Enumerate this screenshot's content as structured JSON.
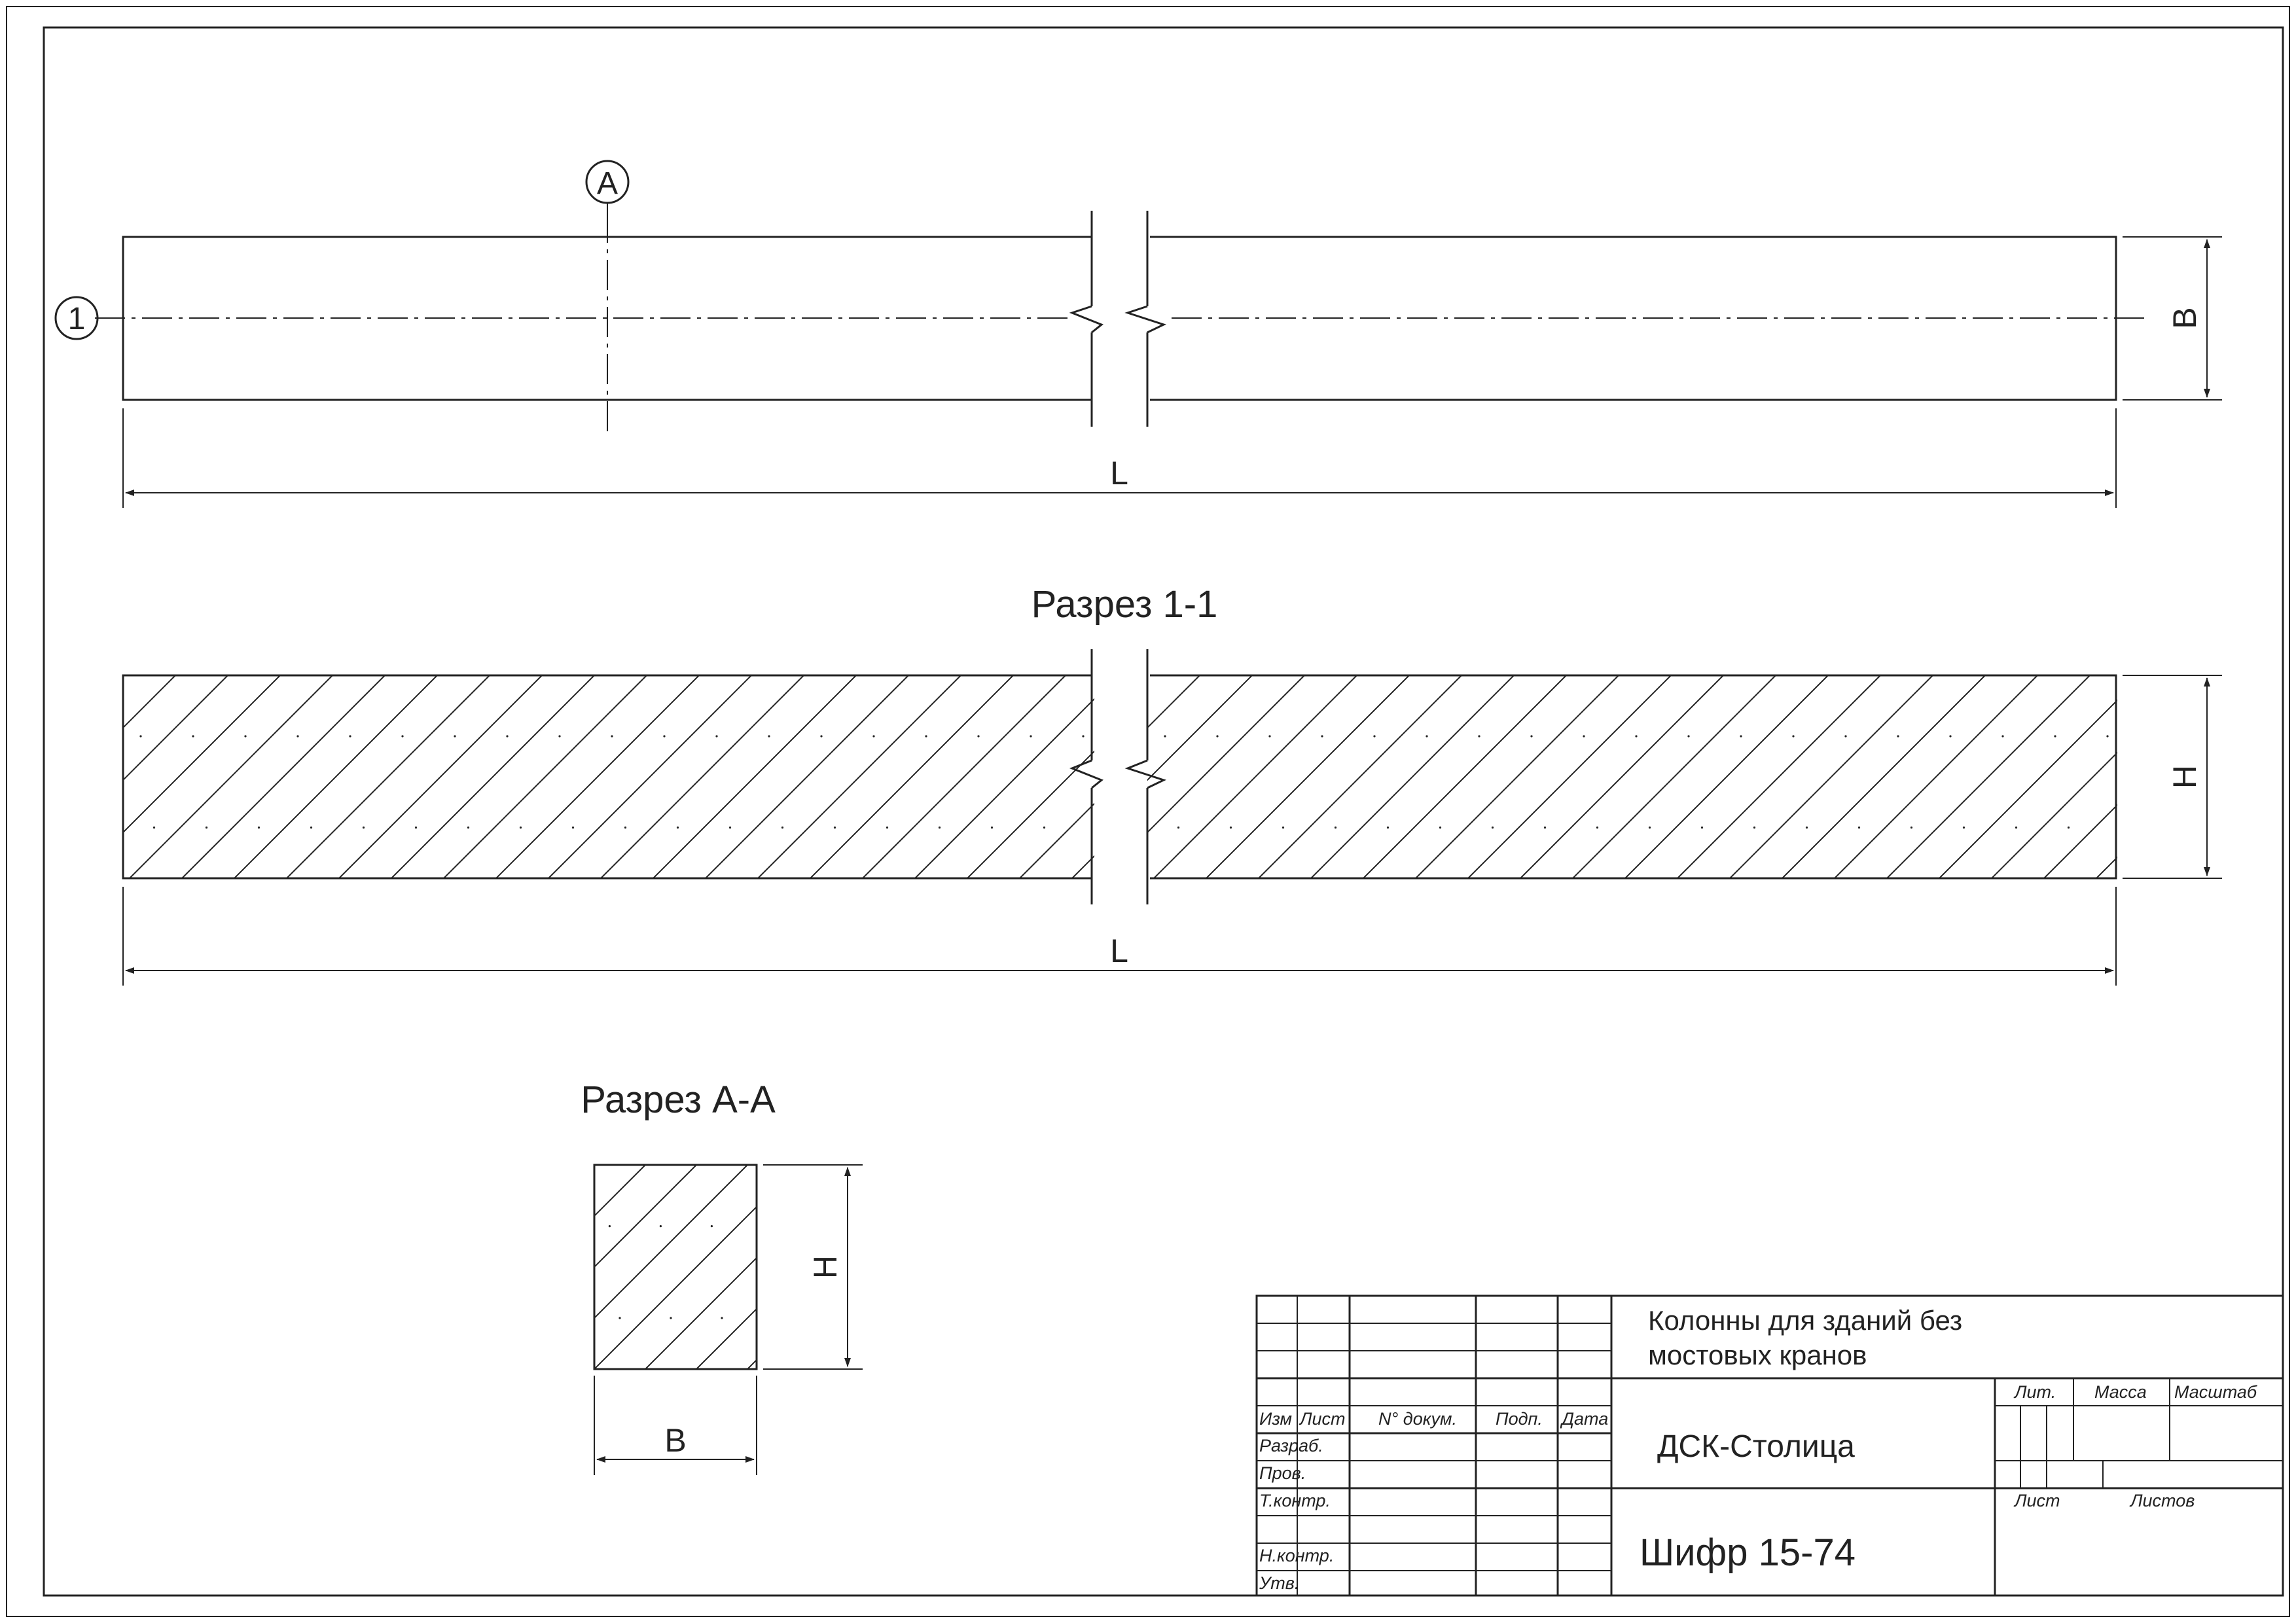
{
  "drawing": {
    "axis_marker_1": "1",
    "axis_marker_A": "A",
    "dim_B": "B",
    "dim_L": "L",
    "dim_H": "H"
  },
  "section_1_1": {
    "title": "Разрез 1-1"
  },
  "section_A_A": {
    "title": "Разрез А-А"
  },
  "title_block": {
    "name_line1": "Колонны для зданий без",
    "name_line2": "мостовых кранов",
    "organization": "ДСК-Столица",
    "code": "Шифр 15-74",
    "col_izm": "Изм",
    "col_list": "Лист",
    "col_docum": "N° докум.",
    "col_podp": "Подп.",
    "col_data": "Дата",
    "row_razrab": "Разраб.",
    "row_prov": "Пров.",
    "row_tkontr": "Т.контр.",
    "row_nkontr": "Н.контр.",
    "row_utv": "Утв.",
    "lit": "Лит.",
    "massa": "Масса",
    "masshtab": "Масштаб",
    "list": "Лист",
    "listov": "Листов"
  },
  "colors": {
    "line": "#222222",
    "background": "#ffffff"
  }
}
